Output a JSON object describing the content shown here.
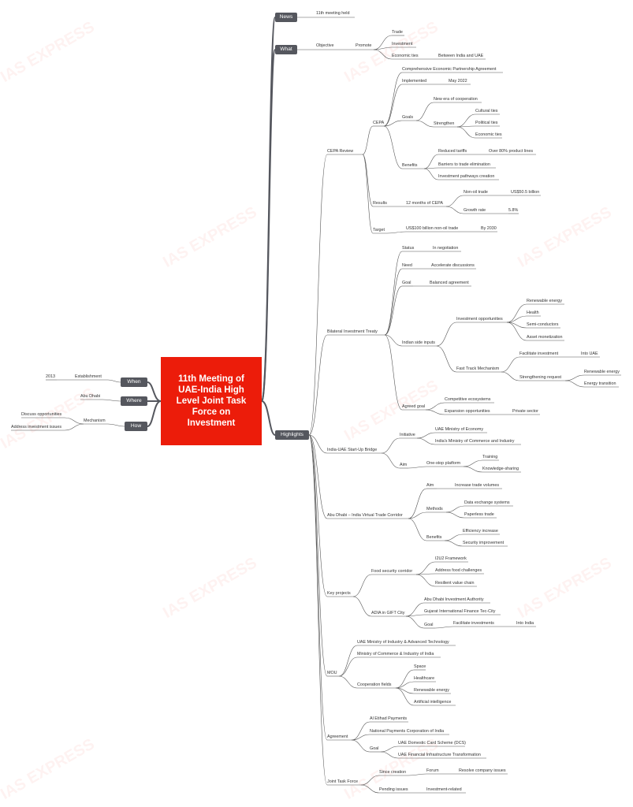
{
  "title": "11th Meeting of UAE-India High Level Joint Task Force on Investment",
  "watermark": "IAS EXPRESS",
  "colors": {
    "central": "#ec1c0a",
    "branch": "#55575e",
    "line": "#555555"
  },
  "nodes": {
    "news": "News",
    "news_1": "11th meeting held",
    "what": "What",
    "what_obj": "Objective",
    "what_promote": "Promote",
    "what_trade": "Trade",
    "what_investment": "Investment",
    "what_econ": "Economic ties",
    "what_between": "Between India and UAE",
    "highlights": "Highlights",
    "cepa_review": "CEPA Review",
    "cepa": "CEPA",
    "cepa_full": "Comprehensive Economic Partnership Agreement",
    "cepa_impl": "Implemented",
    "cepa_may": "May 2022",
    "goals": "Goals",
    "goals_new": "New era of cooperation",
    "strengthen": "Strengthen",
    "str_cult": "Cultural ties",
    "str_pol": "Political ties",
    "str_econ": "Economic ties",
    "benefits": "Benefits",
    "ben_tariff": "Reduced tariffs",
    "ben_over": "Over 80% product lines",
    "ben_barriers": "Barriers to trade elimination",
    "ben_invest": "Investment pathways creation",
    "results": "Results",
    "res_12": "12 months of CEPA",
    "res_nonoil": "Non-oil trade",
    "res_amount": "US$50.5 billion",
    "res_growth": "Growth rate",
    "res_pct": "5.8%",
    "target": "Target",
    "tgt_100": "US$100 billion non-oil trade",
    "tgt_2030": "By 2030",
    "bit": "Bilateral Investment Treaty",
    "bit_status": "Status",
    "bit_neg": "In negotiation",
    "bit_need": "Need",
    "bit_acc": "Accelerate discussions",
    "bit_goal": "Goal",
    "bit_bal": "Balanced agreement",
    "bit_indian": "Indian side inputs",
    "inv_opp": "Investment opportunities",
    "opp_renew": "Renewable energy",
    "opp_health": "Health",
    "opp_semi": "Semi-conductors",
    "opp_asset": "Asset monetization",
    "fast": "Fast Track Mechanism",
    "fast_fac": "Facilitate investment",
    "fast_into": "Into UAE",
    "fast_str": "Strengthening request",
    "fast_renew": "Renewable energy",
    "fast_et": "Energy transition",
    "agreed": "Agreed goal",
    "agreed_comp": "Competitive ecosystems",
    "agreed_exp": "Expansion opportunities",
    "agreed_priv": "Private sector",
    "startup": "India-UAE Start-Up Bridge",
    "su_init": "Initiative",
    "su_uae": "UAE Ministry of Economy",
    "su_india": "India's Ministry of Commerce and Industry",
    "su_aim": "Aim",
    "su_one": "One-stop platform",
    "su_train": "Training",
    "su_know": "Knowledge-sharing",
    "vtc": "Abu Dhabi – India Virtual Trade Corridor",
    "vtc_aim": "Aim",
    "vtc_inc": "Increase trade volumes",
    "vtc_methods": "Methods",
    "vtc_data": "Data exchange systems",
    "vtc_paper": "Paperless trade",
    "vtc_ben": "Benefits",
    "vtc_eff": "Efficiency increase",
    "vtc_sec": "Security improvement",
    "kp": "Key projects",
    "kp_food": "Food security corridor",
    "kp_i2u2": "I2U2 Framework",
    "kp_addr": "Address food challenges",
    "kp_resil": "Resilient value chain",
    "kp_adia": "ADIA in GIFT City",
    "kp_adia_full": "Abu Dhabi Investment Authority",
    "kp_gift": "Gujarat International Finance Tec-City",
    "kp_goal": "Goal",
    "kp_fac": "Facilitate investments",
    "kp_into": "Into India",
    "mou": "MOU",
    "mou_uae": "UAE Ministry of Industry & Advanced Technology",
    "mou_india": "Ministry of Commerce & Industry of India",
    "mou_coop": "Cooperation fields",
    "mou_space": "Space",
    "mou_health": "Healthcare",
    "mou_renew": "Renewable energy",
    "mou_ai": "Artificial intelligence",
    "agr": "Agreement",
    "agr_etihad": "Al Etihad Payments",
    "agr_npci": "National Payments Corporation of India",
    "agr_goal": "Goal",
    "agr_dcs": "UAE Domestic Card Scheme (DCS)",
    "agr_fit": "UAE Financial Infrastructure Transformation",
    "jtf": "Joint Task Force",
    "jtf_since": "Since creation",
    "jtf_forum": "Forum",
    "jtf_resolve": "Resolve company issues",
    "jtf_pending": "Pending issues",
    "jtf_inv": "Investment-related",
    "when": "When",
    "when_est": "Establishment",
    "when_2013": "2013",
    "where": "Where",
    "where_ad": "Abu Dhabi",
    "how": "How",
    "how_mech": "Mechanism",
    "how_disc": "Discuss opportunities",
    "how_addr": "Address investment issues"
  }
}
